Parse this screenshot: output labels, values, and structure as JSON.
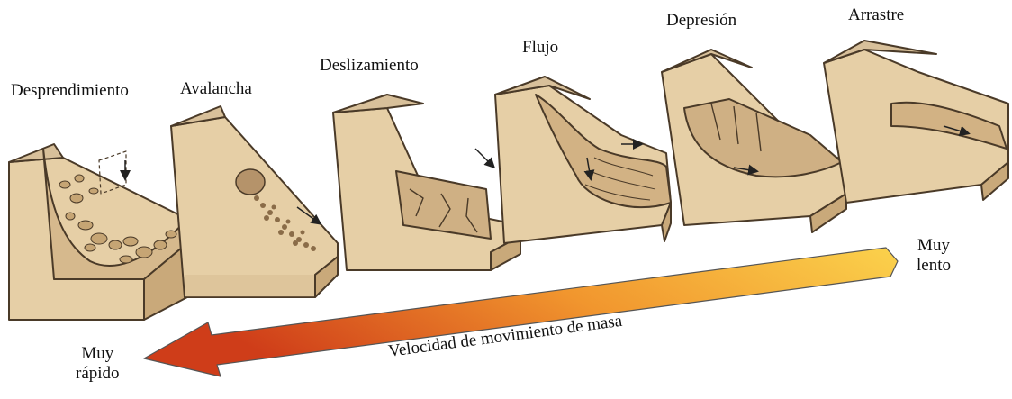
{
  "labels": {
    "desprendimiento": "Desprendimiento",
    "avalancha": "Avalancha",
    "deslizamiento": "Deslizamiento",
    "flujo": "Flujo",
    "depresion": "Depresión",
    "arrastre": "Arrastre"
  },
  "speed": {
    "slow_line1": "Muy",
    "slow_line2": "lento",
    "fast_line1": "Muy",
    "fast_line2": "rápido",
    "axis_label": "Velocidad de movimiento de masa"
  },
  "colors": {
    "soil_top": "#d8c09a",
    "soil_side": "#e6cfa6",
    "soil_front": "#c9a97a",
    "outline": "#4a3a28",
    "arrow_start": "#fbd24c",
    "arrow_end": "#d0401a"
  }
}
